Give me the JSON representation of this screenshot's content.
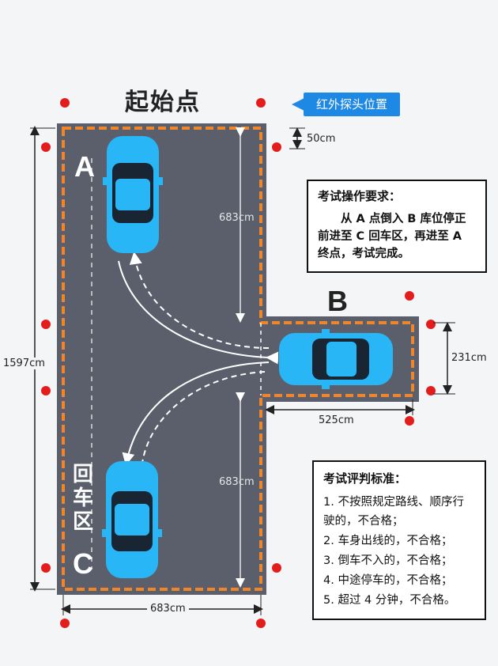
{
  "title": "起始点",
  "callout": "红外探头位置",
  "labels": {
    "a": "A",
    "b": "B",
    "c": "C",
    "return_zone": "回车区"
  },
  "dims": {
    "d50": "50cm",
    "d683_top": "683cm",
    "d683_bottom": "683cm",
    "d683_width": "683cm",
    "d1597": "1597cm",
    "d231": "231cm",
    "d525": "525cm"
  },
  "operation": {
    "heading": "考试操作要求：",
    "body": "从 A 点倒入 B 库位停正前进至 C 回车区，再进至 A 终点，考试完成。"
  },
  "criteria": {
    "heading": "考试评判标准：",
    "items": [
      "1. 不按照规定路线、顺序行驶的，不合格；",
      "2. 车身出线的，不合格；",
      "3. 倒车不入的，不合格；",
      "4. 中途停车的，不合格；",
      "5. 超过 4 分钟，不合格。"
    ]
  },
  "colors": {
    "road": "#5b5f6b",
    "boundary": "#f0862b",
    "sensor": "#e31c1c",
    "car": "#29b6f6",
    "callout": "#1e88e5"
  }
}
